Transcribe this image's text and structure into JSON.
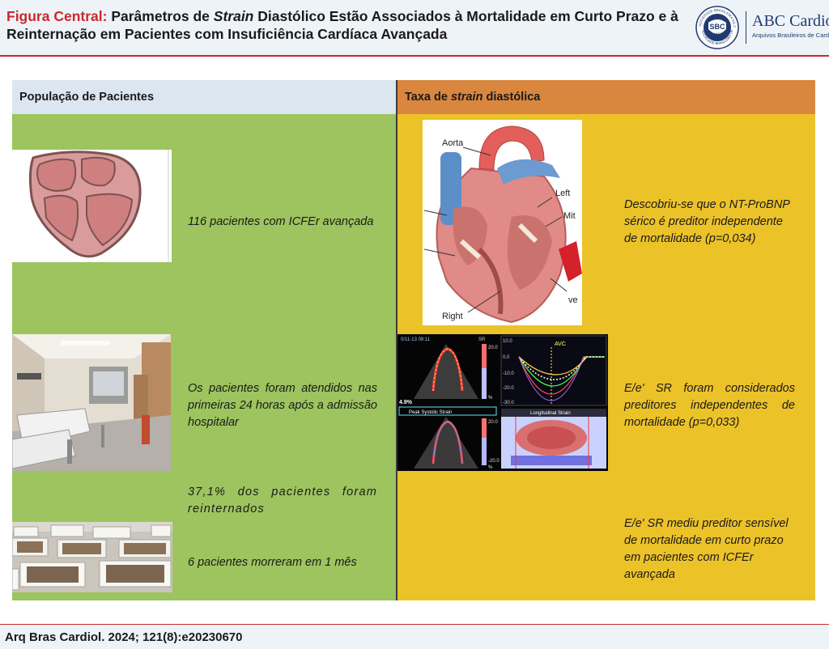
{
  "header": {
    "title_prefix": "Figura Central:",
    "title_part1": " Parâmetros de ",
    "title_em": "Strain",
    "title_part2": " Diastólico Estão Associados à Mortalidade em Curto Prazo e à Reinternação em Pacientes com Insuficiência Cardíaca Avançada",
    "logo": {
      "ring_top": "SOCIEDADE BRASILEIRA DE CARDIOLOGIA",
      "ring_bottom": "SOCIEDADE BRASILEIRA DE CARDIOLOGIA",
      "initials": "SBC",
      "year": "1943"
    },
    "journal_name": "ABC Cardiol",
    "journal_subtitle": "Arquivos Brasileiros de Cardiologia"
  },
  "left": {
    "heading": "População de Pacientes",
    "items": [
      "116 pacientes com ICFEr avançada",
      "Os pacientes foram atendidos nas primeiras 24 horas após a admissão hospitalar",
      "37,1% dos pacientes foram reinternados",
      "6 pacientes morreram em 1 mês"
    ]
  },
  "right": {
    "heading_part1": "Taxa de ",
    "heading_em": "strain",
    "heading_part2": " diastólica",
    "items": [
      "Descobriu-se que o NT-ProBNP sérico é preditor independente de mortalidade (p=0,034)",
      "E/e' SR foram considerados preditores independentes de mortalidade (p=0,033)",
      "E/e' SR mediu preditor sensível de mortalidade em curto prazo em pacientes com ICFEr avançada"
    ],
    "heart_labels": {
      "aorta": "Aorta",
      "left": "Left",
      "mitral": "Mit",
      "vein": "ve",
      "right": "Right"
    },
    "echo_labels": {
      "timestamp": "0/11-13 09:11",
      "sr": "SR",
      "scale_top": "20.0",
      "scale_bottom": "-20.0",
      "unit": "%",
      "percent": "4.9%",
      "peak_systolic": "Peak Systolic Strain",
      "avc": "AVC",
      "curve_ticks": [
        "10.0",
        "0.0",
        "-10.0",
        "-20.0",
        "-30.0"
      ],
      "longitudinal": "Longitudinal Strain"
    }
  },
  "footer": {
    "citation": "Arq Bras Cardiol. 2024; 121(8):e20230670"
  },
  "colors": {
    "accent_red": "#c9282d",
    "left_panel": "#9dc45e",
    "right_panel": "#ecc229",
    "right_header": "#d9873e",
    "left_header": "#dce6f1",
    "navy": "#1f3a6e"
  }
}
